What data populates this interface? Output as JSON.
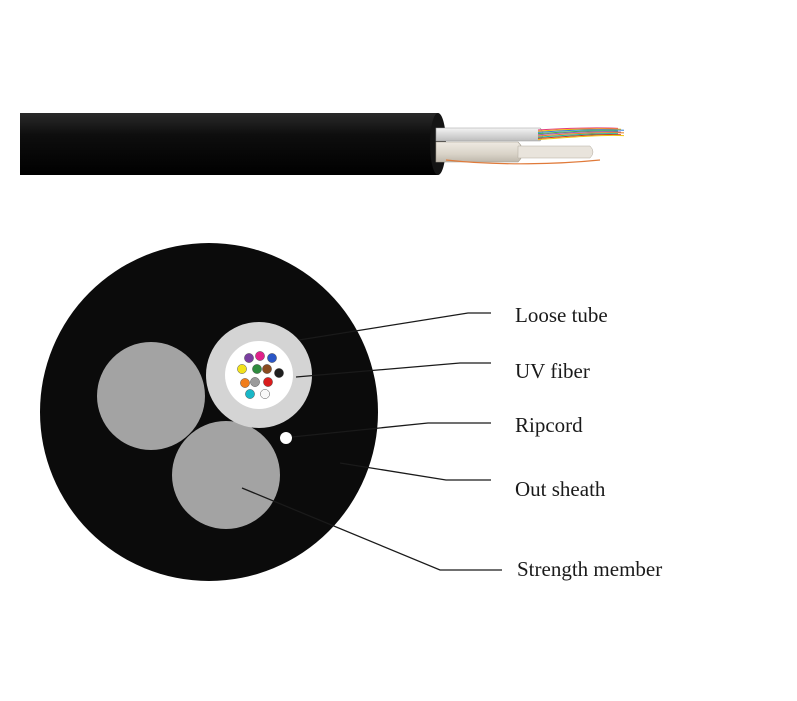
{
  "labels": {
    "loose_tube": "Loose tube",
    "uv_fiber": "UV fiber",
    "ripcord": "Ripcord",
    "out_sheath": "Out sheath",
    "strength_member": "Strength member"
  },
  "colors": {
    "sheath": "#0b0b0b",
    "strength_member": "#a3a3a3",
    "loose_tube": "#d4d4d4",
    "tube_bore": "#ffffff",
    "ripcord": "#ffffff",
    "fibers": [
      "#7a3fa0",
      "#e0218a",
      "#2a56c6",
      "#f2e21c",
      "#2e8b3e",
      "#8a4b1f",
      "#1e1e1e",
      "#f07d1c",
      "#9a9a9a",
      "#d91c1c",
      "#19b7c7",
      "#f8f8f8"
    ],
    "extruded_fiber_bundle": [
      "#e23b7a",
      "#f5b400",
      "#2d7fd6",
      "#3bb54a",
      "#9b59b6",
      "#e67e22",
      "#1abc9c",
      "#c0392b",
      "#f1c40f"
    ]
  }
}
